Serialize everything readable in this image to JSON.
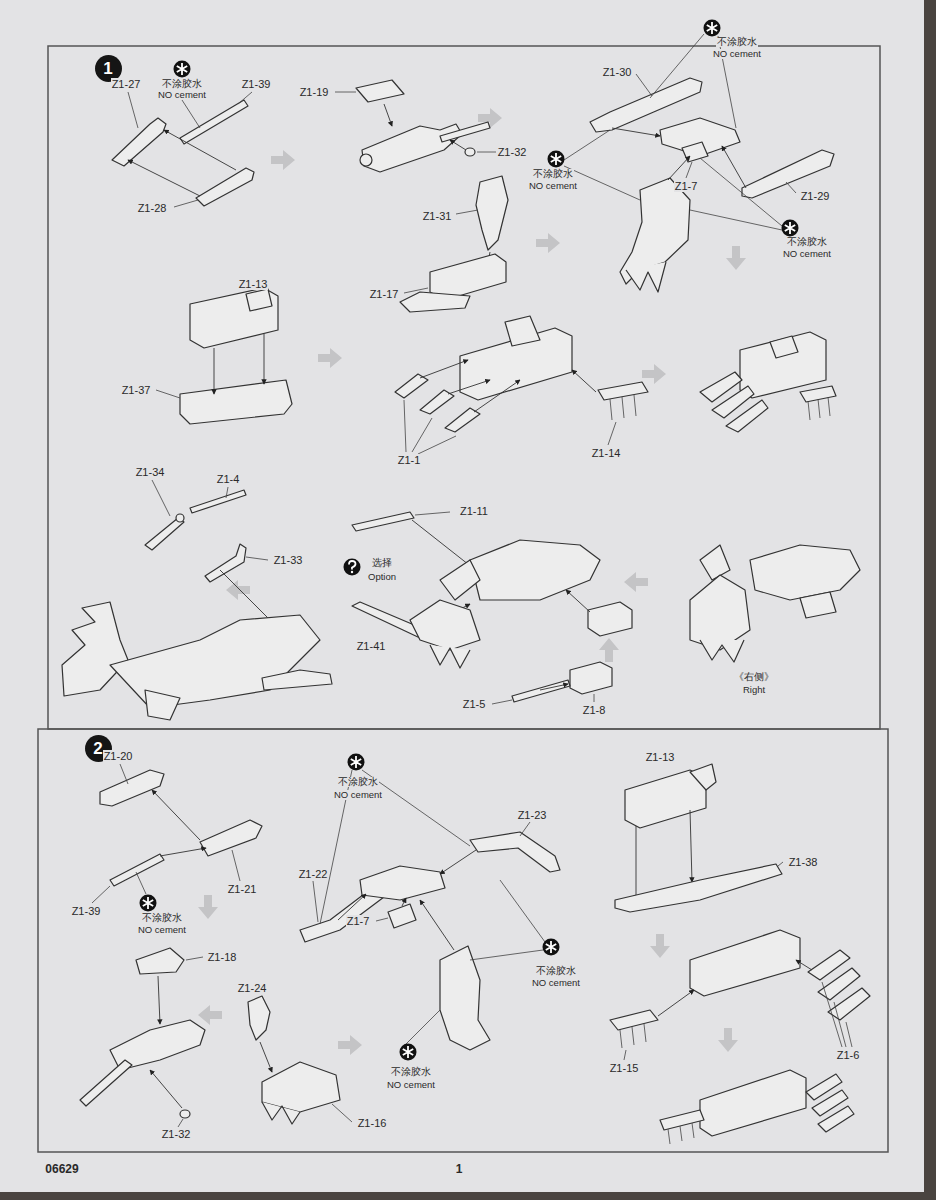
{
  "diagram": {
    "nodes": [
      {
        "text": [
          "1"
        ]
      },
      {
        "text": [
          "2"
        ]
      }
    ],
    "labels": [
      "不涂胶水",
      "NO cement",
      "Z1-27",
      "Z1-39",
      "Z1-28",
      "Z1-19",
      "Z1-32",
      "不涂胶水",
      "NO cement",
      "Z1-30",
      "不涂胶水",
      "NO cement",
      "Z1-7",
      "Z1-29",
      "不涂胶水",
      "NO cement",
      "Z1-31",
      "Z1-17",
      "Z1-13",
      "Z1-37",
      "Z1-1",
      "Z1-14",
      "Z1-34",
      "Z1-4",
      "Z1-33",
      "Z1-11",
      "选择",
      "Option",
      "Z1-41",
      "Z1-5",
      "Z1-8",
      "《右侧》",
      "Right",
      "Z1-20",
      "Z1-21",
      "Z1-39",
      "不涂胶水",
      "NO cement",
      "不涂胶水",
      "NO cement",
      "Z1-23",
      "Z1-22",
      "Z1-7",
      "不涂胶水",
      "NO cement",
      "不涂胶水",
      "NO cement",
      "Z1-18",
      "Z1-32",
      "Z1-24",
      "Z1-16",
      "Z1-13",
      "Z1-38",
      "Z1-15",
      "Z1-6",
      "06629",
      "1"
    ]
  }
}
